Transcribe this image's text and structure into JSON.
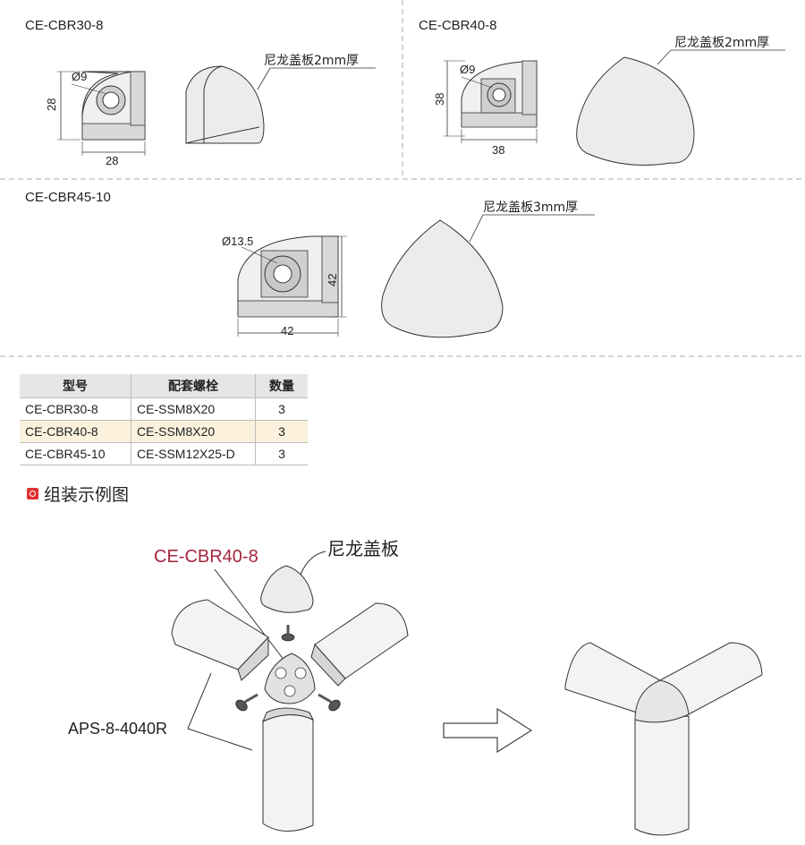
{
  "products": [
    {
      "model": "CE-CBR30-8",
      "hole": "Ø9",
      "width": "28",
      "height": "28",
      "cover_note": "尼龙盖板2mm厚"
    },
    {
      "model": "CE-CBR40-8",
      "hole": "Ø9",
      "width": "38",
      "height": "38",
      "cover_note": "尼龙盖板2mm厚"
    },
    {
      "model": "CE-CBR45-10",
      "hole": "Ø13.5",
      "width": "42",
      "height": "42",
      "cover_note": "尼龙盖板3mm厚"
    }
  ],
  "table": {
    "headers": [
      "型号",
      "配套螺栓",
      "数量"
    ],
    "rows": [
      [
        "CE-CBR30-8",
        "CE-SSM8X20",
        "3"
      ],
      [
        "CE-CBR40-8",
        "CE-SSM8X20",
        "3"
      ],
      [
        "CE-CBR45-10",
        "CE-SSM12X25-D",
        "3"
      ]
    ]
  },
  "assembly": {
    "title": "组装示例图",
    "part_label": "CE-CBR40-8",
    "cover_label": "尼龙盖板",
    "profile_label": "APS-8-4040R"
  },
  "colors": {
    "accent_red": "#e03030",
    "part_label": "#a3263e",
    "highlight_row": "#fbf1dd",
    "header_bg": "#e6e6e6"
  }
}
